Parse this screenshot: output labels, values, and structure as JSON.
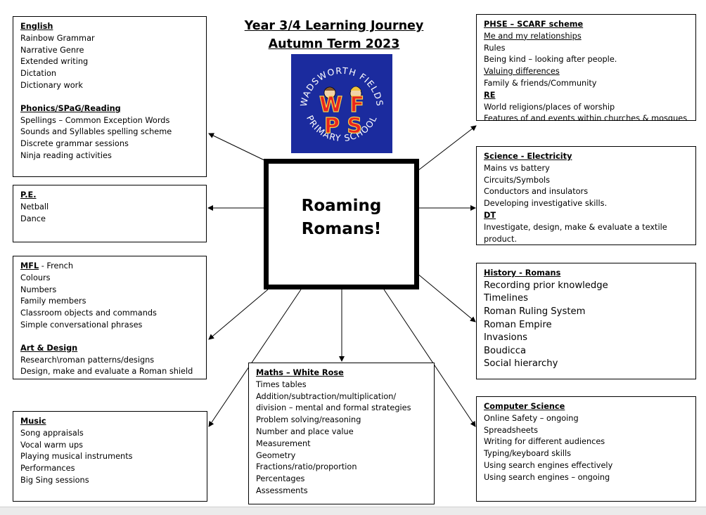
{
  "title": {
    "line1": "Year 3/4 Learning Journey",
    "line2": "Autumn Term 2023"
  },
  "logo": {
    "top_arc": "WADSWORTH FIELDS",
    "bottom_arc": "PRIMARY SCHOOL",
    "letters": "WFPS",
    "colors": {
      "background": "#1b2b9e",
      "letters": "#e8261f",
      "text": "#ffffff"
    }
  },
  "center": {
    "line1": "Roaming",
    "line2": "Romans!"
  },
  "english": {
    "heading": "English",
    "items": [
      "Rainbow Grammar",
      "Narrative Genre",
      "Extended writing",
      "Dictation",
      "Dictionary work"
    ],
    "heading2": "Phonics/SPaG/Reading",
    "items2": [
      "Spellings – Common Exception Words",
      "Sounds and Syllables spelling scheme",
      "Discrete grammar sessions",
      "Ninja reading activities"
    ]
  },
  "pe": {
    "heading": "P.E.",
    "items": [
      "Netball",
      "Dance"
    ]
  },
  "mfl": {
    "heading": "MFL",
    "heading_suffix": " - French",
    "items": [
      "Colours",
      "Numbers",
      "Family members",
      "Classroom objects and commands",
      "Simple conversational phrases"
    ],
    "heading2": "Art & Design",
    "items2": [
      "Research\\roman patterns/designs",
      "Design, make and evaluate a Roman shield"
    ]
  },
  "music": {
    "heading": "Music",
    "items": [
      "Song appraisals",
      "Vocal warm ups",
      "Playing musical instruments",
      "Performances",
      "Big Sing sessions"
    ]
  },
  "maths": {
    "heading": "Maths – White Rose",
    "items": [
      "Times tables",
      "Addition/subtraction/multiplication/",
      "division – mental and formal strategies",
      "Problem solving/reasoning",
      "Number and place value",
      "Measurement",
      "Geometry",
      "Fractions/ratio/proportion",
      "Percentages",
      "Assessments"
    ]
  },
  "phse": {
    "heading": "PHSE – SCARF scheme",
    "sub1": "Me and my relationships",
    "items1": [
      "Rules",
      "Being kind – looking after people."
    ],
    "sub2": "Valuing differences",
    "items2": [
      "Family & friends/Community"
    ],
    "heading2": "RE",
    "items3": [
      "World religions/places of worship",
      "Features of and events within churches & mosques"
    ]
  },
  "science": {
    "heading": "Science - Electricity",
    "items": [
      "Mains vs battery",
      "Circuits/Symbols",
      "Conductors and insulators",
      "Developing investigative skills."
    ],
    "heading2": "DT",
    "items2": [
      "Investigate, design, make & evaluate a textile",
      "product."
    ]
  },
  "history": {
    "heading": "History - Romans",
    "items": [
      "Recording prior knowledge",
      "Timelines",
      "Roman Ruling System",
      "Roman Empire",
      "Invasions",
      "Boudicca",
      "Social hierarchy"
    ]
  },
  "computing": {
    "heading": "Computer Science",
    "items": [
      "Online Safety – ongoing",
      "Spreadsheets",
      "Writing for different audiences",
      "Typing/keyboard skills",
      "Using search engines effectively",
      "Using search engines – ongoing"
    ]
  }
}
